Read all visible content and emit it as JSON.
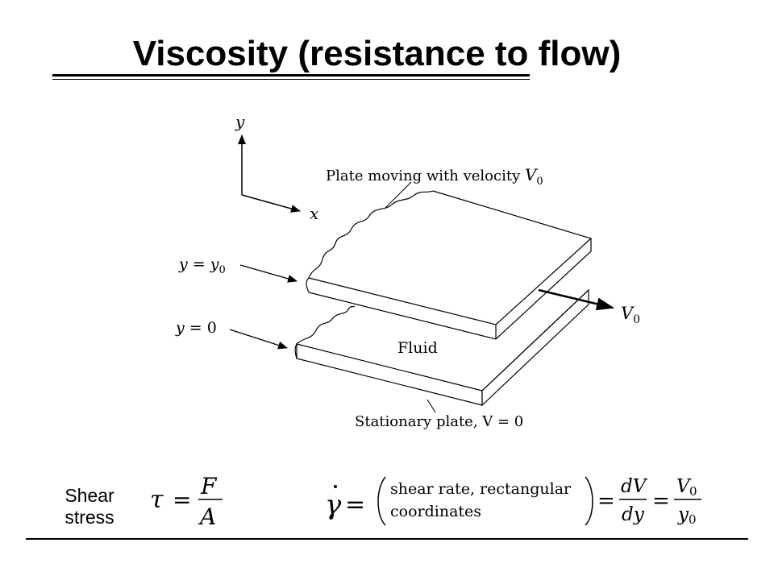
{
  "title": "Viscosity (resistance to flow)",
  "diagram": {
    "axis_y": "y",
    "axis_x": "x",
    "top_plate_label": "Plate moving with velocity V0",
    "top_plate_prefix": "Plate moving with velocity ",
    "level_top": "y = y0",
    "level_bottom": "y = 0",
    "fluid": "Fluid",
    "velocity": "V0",
    "bottom_plate_label": "Stationary plate, V = 0"
  },
  "equations": {
    "shear_stress_label_line1": "Shear",
    "shear_stress_label_line2": "stress",
    "tau": "τ = F / A",
    "shear_rate_line1": "shear rate, rectangular",
    "shear_rate_line2": "coordinates",
    "shear_rate_formula": "γ̇ = (shear rate, rectangular coordinates) = dV/dy = V0/y0"
  }
}
